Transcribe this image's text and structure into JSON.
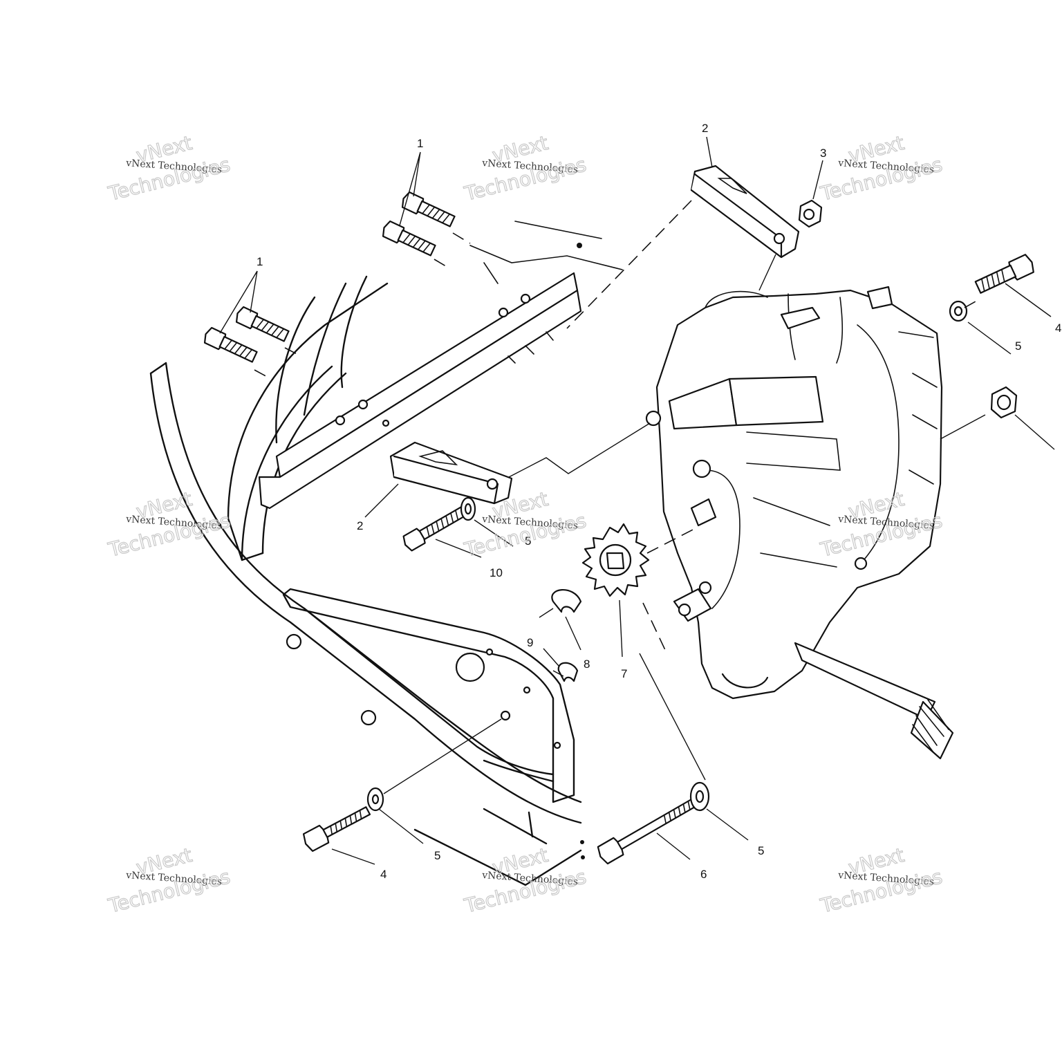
{
  "watermark": {
    "line1": "vNext",
    "line2": "vNext Technologies",
    "line3": "Technologies"
  },
  "callouts": {
    "c1a": "1",
    "c1b": "1",
    "c2a": "2",
    "c2b": "2",
    "c3": "3",
    "c4a": "4",
    "c4b": "4",
    "c5a": "5",
    "c5b": "5",
    "c5c": "5",
    "c5d": "5",
    "c6": "6",
    "c7": "7",
    "c8": "8",
    "c9": "9",
    "c10": "10"
  }
}
